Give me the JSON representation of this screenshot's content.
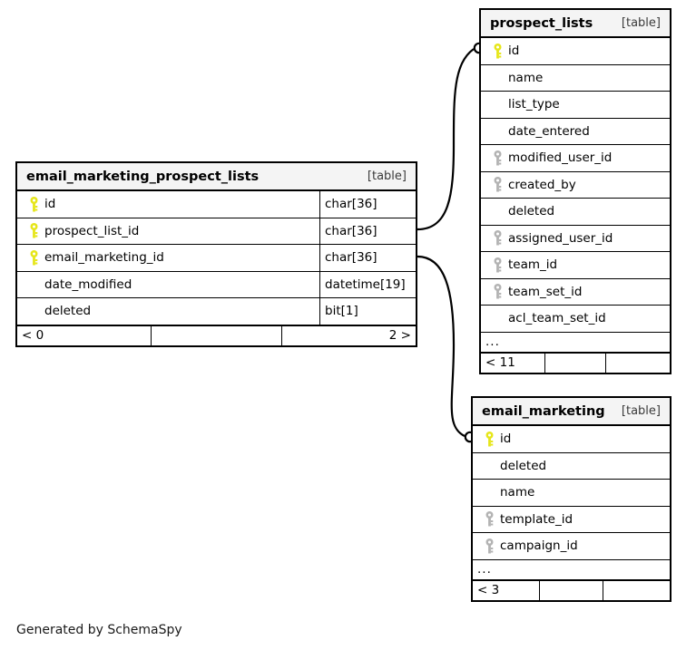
{
  "caption": "Generated by SchemaSpy",
  "icons": {
    "primary_key": "key-icon-primary",
    "foreign_key": "key-icon-foreign"
  },
  "colors": {
    "primary_key": "#e6e61a",
    "foreign_key": "#b3b3b3",
    "header_bg": "#f4f4f4",
    "border": "#000000",
    "background": "#ffffff"
  },
  "tables": {
    "email_marketing_prospect_lists": {
      "name": "email_marketing_prospect_lists",
      "tag": "[table]",
      "columns": [
        {
          "name": "id",
          "type": "char[36]",
          "key": "primary"
        },
        {
          "name": "prospect_list_id",
          "type": "char[36]",
          "key": "primary"
        },
        {
          "name": "email_marketing_id",
          "type": "char[36]",
          "key": "primary"
        },
        {
          "name": "date_modified",
          "type": "datetime[19]",
          "key": "none"
        },
        {
          "name": "deleted",
          "type": "bit[1]",
          "key": "none"
        }
      ],
      "footer": {
        "left": "< 0",
        "middle": "",
        "right": "2 >"
      }
    },
    "prospect_lists": {
      "name": "prospect_lists",
      "tag": "[table]",
      "columns": [
        {
          "name": "id",
          "key": "primary"
        },
        {
          "name": "name",
          "key": "none"
        },
        {
          "name": "list_type",
          "key": "none"
        },
        {
          "name": "date_entered",
          "key": "none"
        },
        {
          "name": "modified_user_id",
          "key": "foreign"
        },
        {
          "name": "created_by",
          "key": "foreign"
        },
        {
          "name": "deleted",
          "key": "none"
        },
        {
          "name": "assigned_user_id",
          "key": "foreign"
        },
        {
          "name": "team_id",
          "key": "foreign"
        },
        {
          "name": "team_set_id",
          "key": "foreign"
        },
        {
          "name": "acl_team_set_id",
          "key": "none"
        }
      ],
      "more": "...",
      "footer": {
        "left": "< 11",
        "middle": "",
        "right": ""
      }
    },
    "email_marketing": {
      "name": "email_marketing",
      "tag": "[table]",
      "columns": [
        {
          "name": "id",
          "key": "primary"
        },
        {
          "name": "deleted",
          "key": "none"
        },
        {
          "name": "name",
          "key": "none"
        },
        {
          "name": "template_id",
          "key": "foreign"
        },
        {
          "name": "campaign_id",
          "key": "foreign"
        }
      ],
      "more": "...",
      "footer": {
        "left": "< 3",
        "middle": "",
        "right": ""
      }
    }
  },
  "relationships": [
    {
      "from": "email_marketing_prospect_lists.prospect_list_id",
      "to": "prospect_lists.id",
      "cardinality": "zero-or-one"
    },
    {
      "from": "email_marketing_prospect_lists.email_marketing_id",
      "to": "email_marketing.id",
      "cardinality": "zero-or-one"
    }
  ]
}
